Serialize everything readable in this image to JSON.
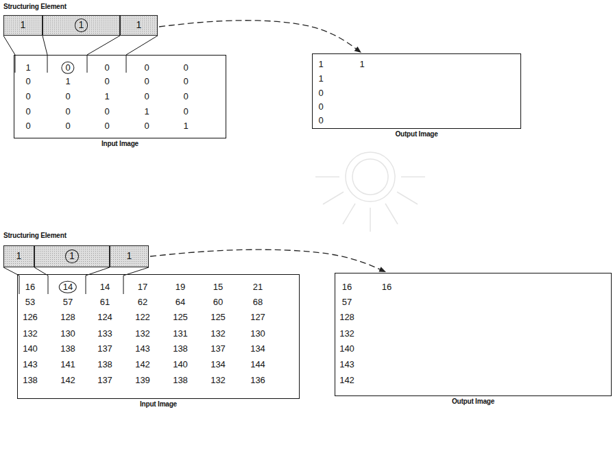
{
  "diagram": {
    "nodes": [
      {
        "text": [
          "Structuring Element"
        ]
      },
      {
        "text": [
          "1"
        ],
        "in": 0
      },
      {
        "text": [
          "1"
        ],
        "in": 0
      },
      {
        "text": [
          "1"
        ],
        "in": 0
      },
      {
        "text": [
          "1",
          "0",
          "0",
          "0",
          "0",
          "0",
          "1",
          "0",
          "0",
          "0",
          "0",
          "0",
          "1",
          "0",
          "0",
          "0",
          "0",
          "0",
          "1",
          "0",
          "0",
          "0",
          "0",
          "0",
          "1",
          "Input Image"
        ]
      },
      {
        "text": [
          "1",
          "1",
          "1",
          "0",
          "0",
          "0",
          "Output Image"
        ]
      },
      {
        "text": [
          "Structuring Element"
        ]
      },
      {
        "text": [
          "1"
        ],
        "in": 6
      },
      {
        "text": [
          "1"
        ],
        "in": 6
      },
      {
        "text": [
          "1"
        ],
        "in": 6
      },
      {
        "text": [
          "16",
          "14",
          "14",
          "17",
          "19",
          "15",
          "21",
          "53",
          "57",
          "61",
          "62",
          "64",
          "60",
          "68",
          "126",
          "128",
          "124",
          "122",
          "125",
          "125",
          "127",
          "132",
          "130",
          "133",
          "132",
          "131",
          "132",
          "130",
          "140",
          "138",
          "137",
          "143",
          "138",
          "137",
          "134",
          "143",
          "141",
          "138",
          "142",
          "140",
          "134",
          "144",
          "138",
          "142",
          "137",
          "139",
          "138",
          "132",
          "136",
          "Input Image"
        ]
      },
      {
        "text": [
          "16",
          "16",
          "57",
          "128",
          "132",
          "140",
          "143",
          "142",
          "Output Image"
        ]
      }
    ],
    "edges": [
      {
        "from": 0,
        "to": 5,
        "arrow": "to"
      },
      {
        "from": 6,
        "to": 11,
        "arrow": "to"
      }
    ]
  }
}
